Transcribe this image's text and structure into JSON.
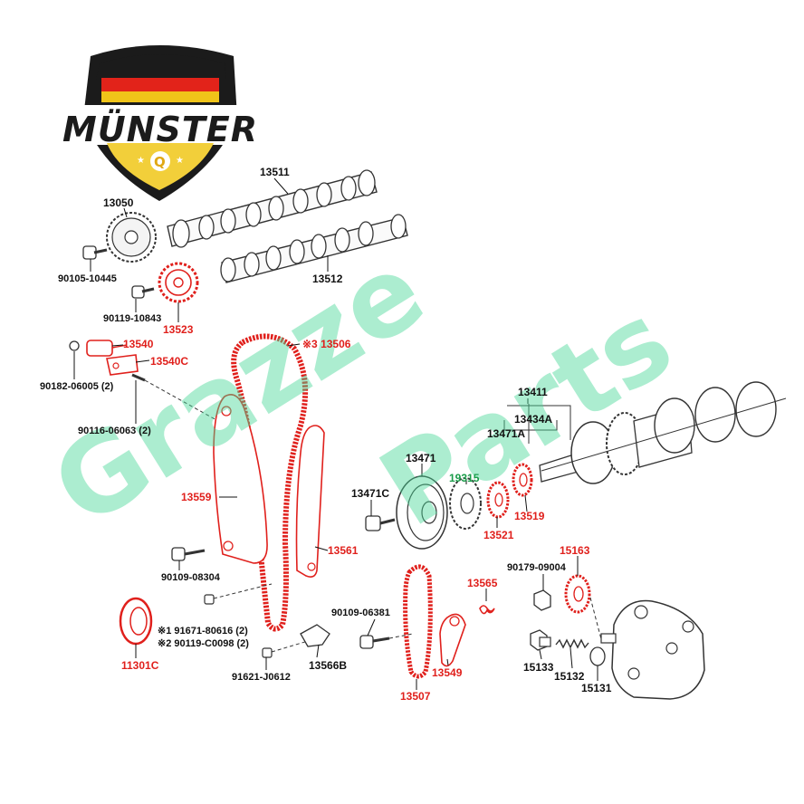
{
  "logo": {
    "brand": "MÜNSTER",
    "badge": "Q"
  },
  "watermark": {
    "word1": "Grazze",
    "word2": "Parts",
    "color": "#48d696"
  },
  "colors": {
    "black_label": "#111111",
    "red_label": "#e0201c",
    "green_label": "#1a9c4a"
  },
  "parts": {
    "p13511": "13511",
    "p13050": "13050",
    "p90105_10445": "90105-10445",
    "p13512": "13512",
    "p90119_10843": "90119-10843",
    "p13523": "13523",
    "p13540": "13540",
    "p13540c": "13540C",
    "p90182_06005": "90182-06005 (2)",
    "p90116_06063": "90116-06063 (2)",
    "p13506": "※3 13506",
    "p13559": "13559",
    "p13561": "13561",
    "p90109_08304": "90109-08304",
    "p11301c": "11301C",
    "p91671_80616": "※1 91671-80616 (2)",
    "p90119_c0098": "※2 90119-C0098 (2)",
    "p91621_j0612": "91621-J0612",
    "p13566b": "13566B",
    "p13411": "13411",
    "p13434a": "13434A",
    "p13471a": "13471A",
    "p13471": "13471",
    "p19315": "19315",
    "p13471c": "13471C",
    "p13521": "13521",
    "p13519": "13519",
    "p15163": "15163",
    "p90179_09004": "90179-09004",
    "p13565": "13565",
    "p90109_06381": "90109-06381",
    "p13549": "13549",
    "p13507": "13507",
    "p15133": "15133",
    "p15132": "15132",
    "p15131": "15131"
  }
}
